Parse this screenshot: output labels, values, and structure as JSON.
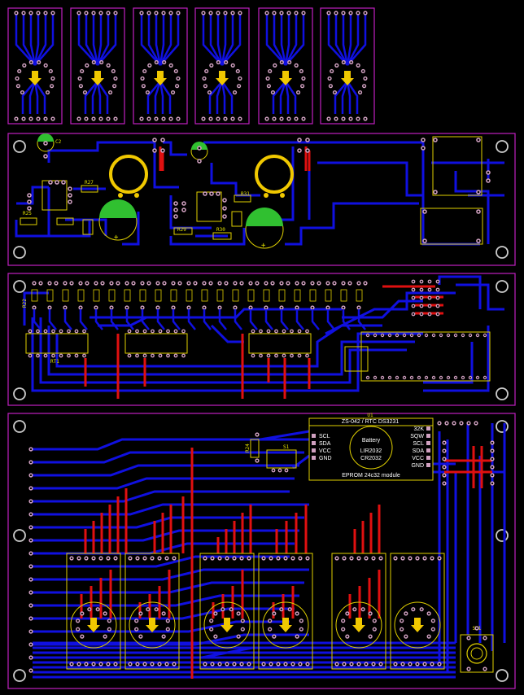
{
  "colors": {
    "background": "#000000",
    "outline": "#c020c0",
    "trace_bottom": "#1010e0",
    "trace_top": "#e01010",
    "silk": "#e0d000",
    "pad": "#d0a0c0",
    "hole": "#cccccc",
    "arrow": "#f0c800"
  },
  "silk_labels": {
    "c_top": "C2",
    "r27": "R27",
    "r25": "R25",
    "r29": "R29",
    "r30": "R30",
    "r31": "R31",
    "r22": "R22",
    "rt1": "RT1"
  },
  "rtc_module": {
    "ref": "U1",
    "title": "ZS-042 / RTC DS3231",
    "left_pins": [
      "SCL",
      "SDA",
      "VCC",
      "GND"
    ],
    "right_pins": [
      "32K",
      "SQW",
      "SCL",
      "SDA",
      "VCC",
      "GND"
    ],
    "battery_title": "Battery",
    "battery_1": "LIR2032",
    "battery_2": "CR2032",
    "eeprom": "EPROM 24c32 module"
  },
  "switch_label": "S1",
  "pot_label": "R24",
  "encoder_label": "SW1",
  "u_label": "U1"
}
